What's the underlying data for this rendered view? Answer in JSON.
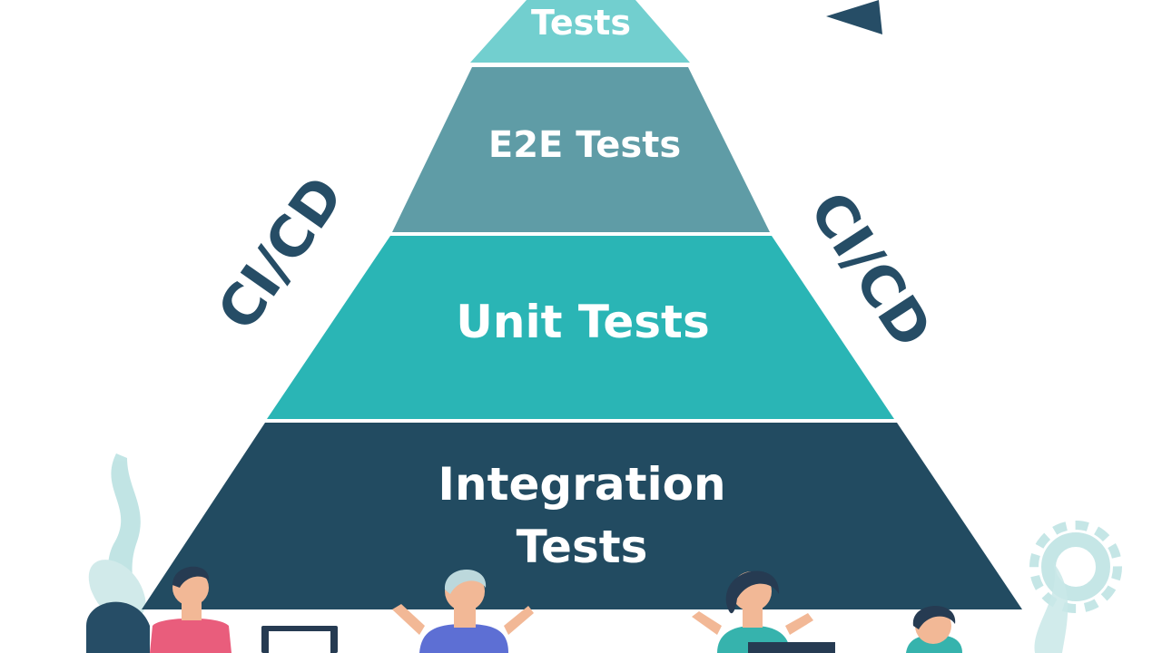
{
  "pyramid": {
    "tiers": [
      {
        "id": "top",
        "lines": [
          "Tests"
        ],
        "color": "#72cfcf"
      },
      {
        "id": "e2e",
        "lines": [
          "E2E Tests"
        ],
        "color": "#5f9ca6"
      },
      {
        "id": "unit",
        "lines": [
          "Unit Tests"
        ],
        "color": "#2ab5b5"
      },
      {
        "id": "integration",
        "lines": [
          "Integration",
          "Tests"
        ],
        "color": "#224b61"
      }
    ]
  },
  "side_labels": {
    "left": "CI/CD",
    "right": "CI/CD"
  },
  "colors": {
    "dark_navy": "#264d66",
    "teal_light": "#9fd6d6",
    "skin": "#f2b896",
    "pink_shirt": "#e95d7c",
    "blue_shirt": "#5d6fd4",
    "teal_shirt": "#36b3ad",
    "hair_dark": "#263b52",
    "hair_gray": "#bcd8dc"
  },
  "icons": [
    "arrow-icon",
    "gear-icon"
  ]
}
